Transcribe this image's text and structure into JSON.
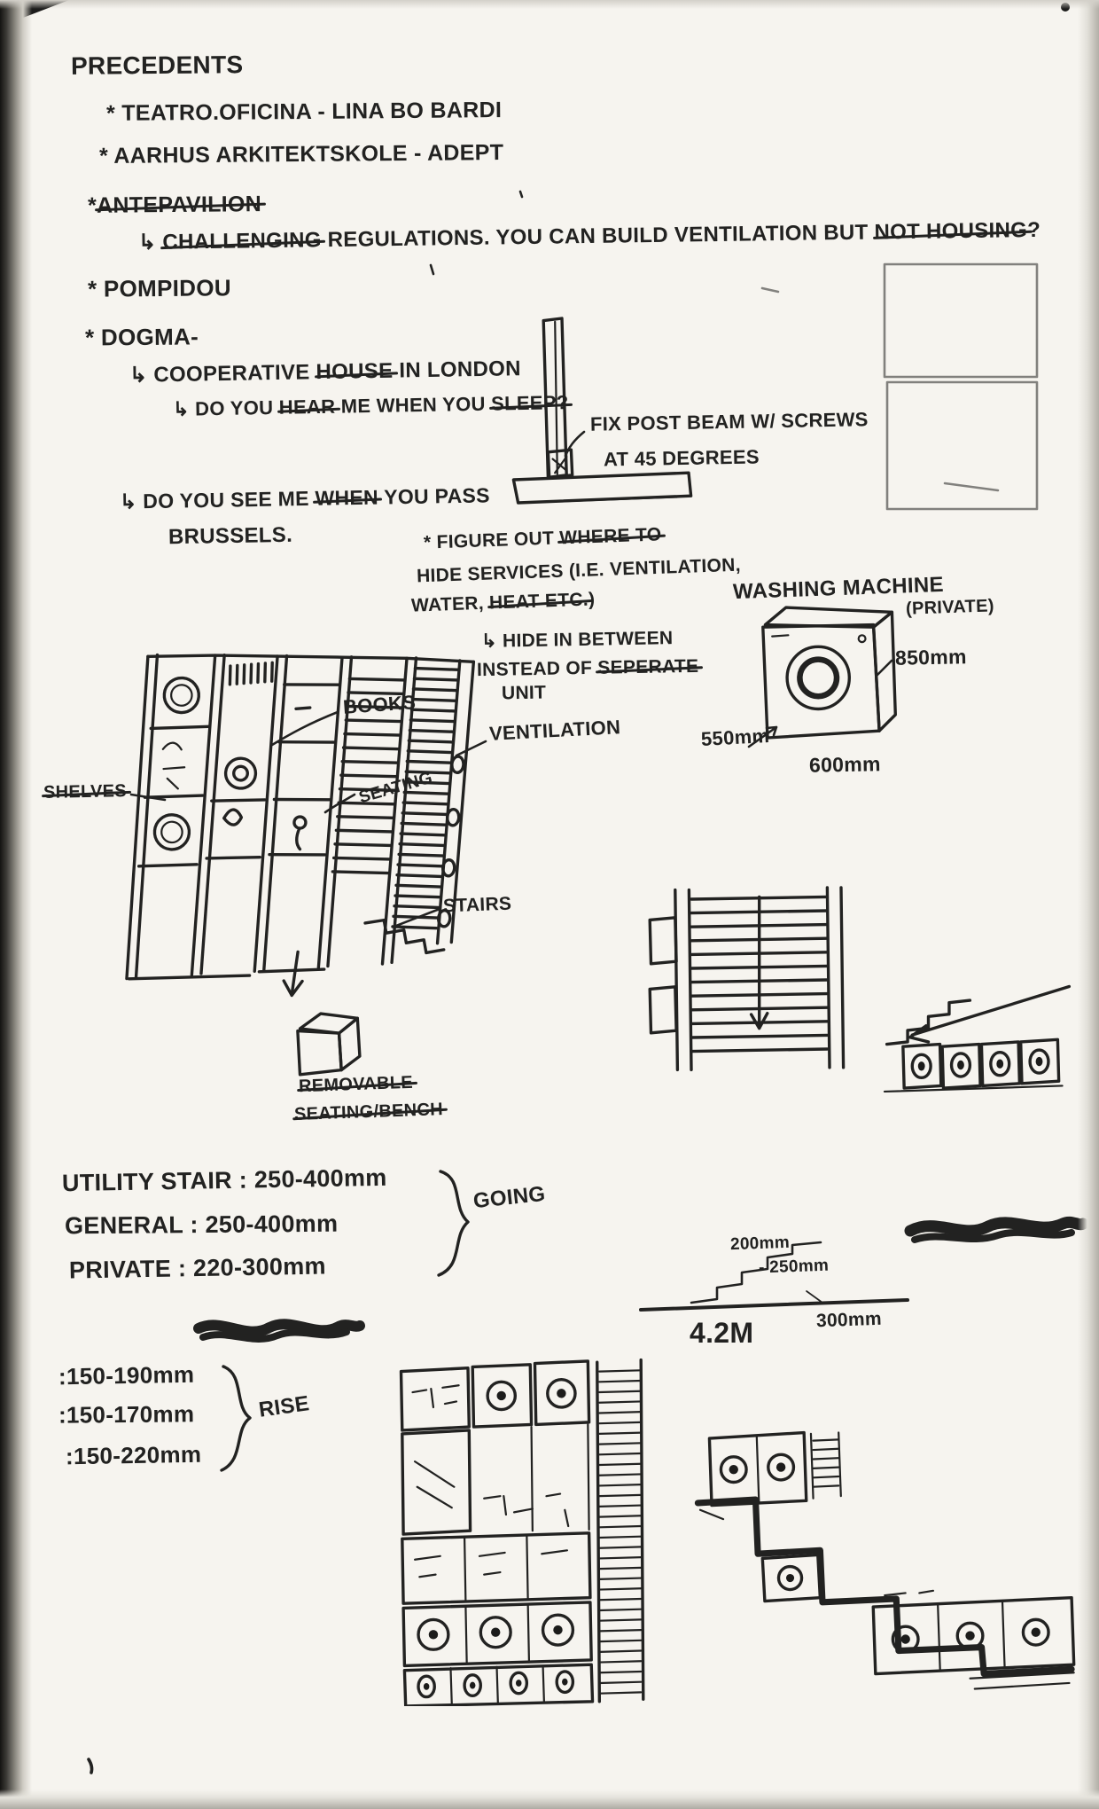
{
  "page": {
    "paper": "#f6f4ef",
    "ink": "#222221"
  },
  "title": "PRECEDENTS",
  "precedents": {
    "teatro": "* TEATRO.OFICINA - LINA BO BARDI",
    "aarhus": "* AARHUS ARKITEKTSKOLE - ADEPT",
    "antepavilion": {
      "star": "*",
      "name": "ANTEPAVILION"
    },
    "challenging": {
      "arrow": "↳ ",
      "struck1": "CHALLENGING",
      "mid": " REGULATIONS. YOU CAN BUILD VENTILATION BUT ",
      "struck2": "NOT HOUSING",
      "tail": "?"
    },
    "pompidou": "* POMPIDOU",
    "dogma": "* DOGMA-",
    "cooperative": {
      "pre": "↳ COOPERATIVE ",
      "struck": "HOUSE",
      "post": " IN LONDON"
    },
    "hear": {
      "pre": "↳ DO YOU ",
      "struck1": "HEAR",
      "mid": " ME WHEN YOU ",
      "struck2": "SLEEP?"
    },
    "pass": {
      "pre": "↳ DO YOU SEE ME ",
      "struck": "WHEN",
      "post": " YOU PASS"
    },
    "brussels": "BRUSSELS."
  },
  "post_beam": {
    "note1": "FIX POST BEAM W/ SCREWS",
    "note2": "AT 45 DEGREES"
  },
  "services": {
    "l1_pre": "* FIGURE OUT ",
    "l1_struck": "WHERE TO",
    "l2": "HIDE SERVICES (I.E. VENTILATION,",
    "l3_pre": "WATER, ",
    "l3_struck": "HEAT ETC.",
    "l3_tail": ")",
    "hide1": "↳ HIDE IN BETWEEN",
    "hide2_pre": "INSTEAD OF ",
    "hide2_struck": "SEPERATE",
    "hide3": "UNIT"
  },
  "washing_machine": {
    "label": "WASHING MACHINE",
    "privacy": "(PRIVATE)",
    "height": "850mm",
    "depth": "550mm",
    "width": "600mm"
  },
  "shelf": {
    "books": "BOOKS",
    "ventilation": "VENTILATION",
    "shelves": "SHELVES",
    "seating": "SEATING",
    "stairs": "STAIRS",
    "removable_line1": "REMOVABLE",
    "removable_line2": "SEATING/BENCH"
  },
  "stair_notes": {
    "utility": "UTILITY STAIR : 250-400mm",
    "general": "GENERAL : 250-400mm",
    "private": "PRIVATE : 220-300mm",
    "going_label": "GOING",
    "rise1": ":150-190mm",
    "rise2": ":150-170mm",
    "rise3": ":150-220mm",
    "rise_label": "RISE",
    "tread_min": "200mm",
    "tread_max": "- 250mm",
    "run_length": "4.2M",
    "landing": "300mm"
  }
}
